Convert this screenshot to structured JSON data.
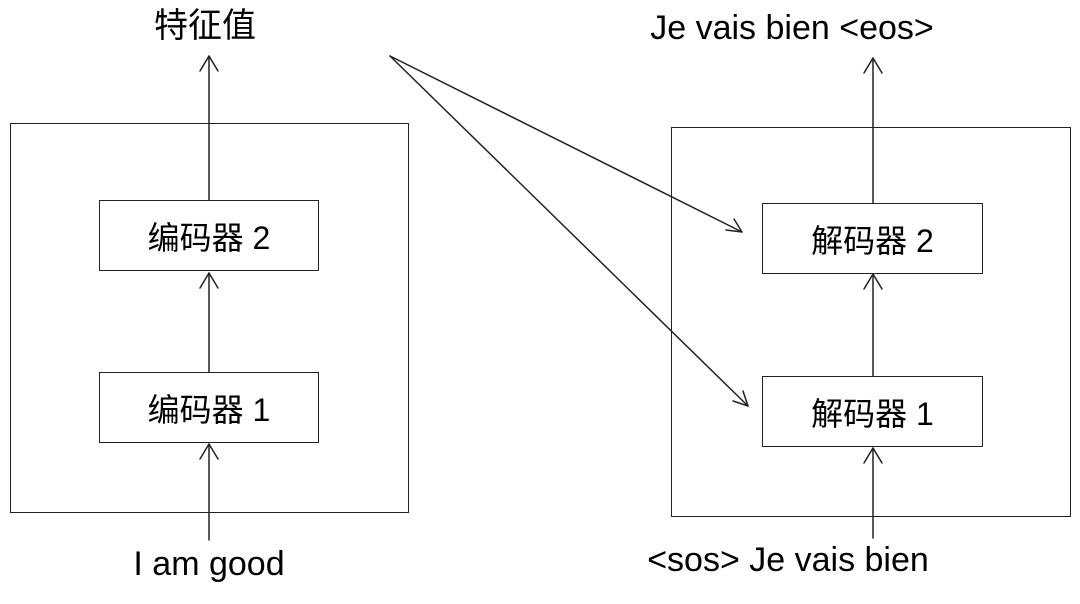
{
  "encoder": {
    "input_label": "I am good",
    "output_label": "特征值",
    "blocks": [
      "编码器 1",
      "编码器 2"
    ]
  },
  "decoder": {
    "input_label": "<sos> Je vais bien",
    "output_label": "Je vais bien <eos>",
    "blocks": [
      "解码器 1",
      "解码器 2"
    ]
  },
  "colors": {
    "stroke": "#222222",
    "background": "#ffffff"
  }
}
